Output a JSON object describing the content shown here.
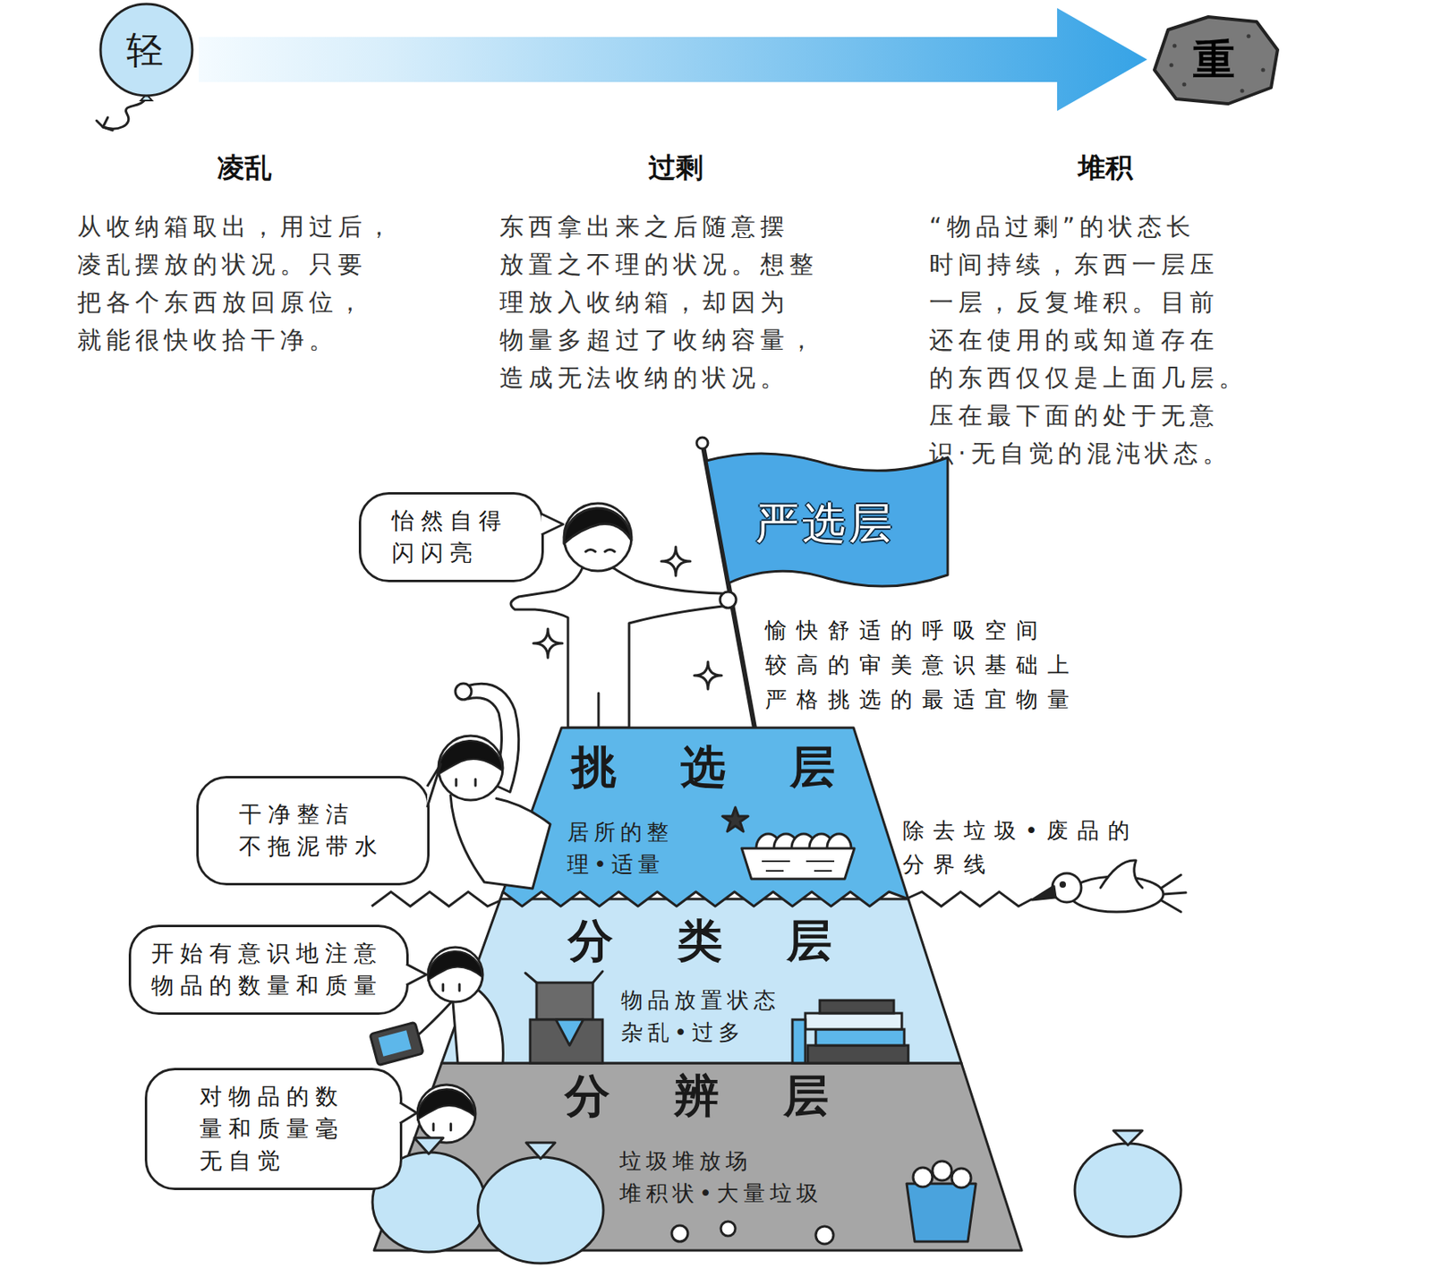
{
  "diagram": {
    "nodes": [
      {
        "text": [
          "轻"
        ]
      },
      {
        "text": [
          "重"
        ]
      },
      {
        "text": [
          "严选层"
        ]
      },
      {
        "text": [
          "怡然自得 闪闪亮"
        ]
      },
      {
        "text": [
          "挑选层",
          "居所的整 理•适量"
        ]
      },
      {
        "text": [
          "干净整洁 不拖泥带水"
        ]
      },
      {
        "text": [
          "分类层",
          "物品放置状态 杂乱•过多"
        ]
      },
      {
        "text": [
          "开始有意识地注意 物品的数量和质量"
        ]
      },
      {
        "text": [
          "分辨层",
          "垃圾堆放场 堆积状•大量垃圾"
        ]
      },
      {
        "text": [
          "对物品的数 量和质量毫 无自觉"
        ]
      }
    ],
    "edges": [
      {
        "from": 0,
        "to": 1,
        "arrow": "to"
      }
    ],
    "labels": [
      "凌乱",
      "从收纳箱取出，用过后， 凌乱摆放的状况。只要 把各个东西放回原位， 就能很快收拾干净。",
      "过剩",
      "东西拿出来之后随意摆 放置之不理的状况。想整 理放入收纳箱，却因为 物量多超过了收纳容量， 造成无法收纳的状况。",
      "堆积",
      "“物品过剩”的状态长 时间持续，东西一层压 一层，反复堆积。目前 还在使用的或知道存在 的东西仅仅是上面几层。 压在最下面的处于无意 识·无自觉的混沌状态。",
      "愉快舒适的呼吸空间 较高的审美意识基础上 严格挑选的最适宜物量",
      "除去垃圾•废品的 分界线"
    ]
  }
}
